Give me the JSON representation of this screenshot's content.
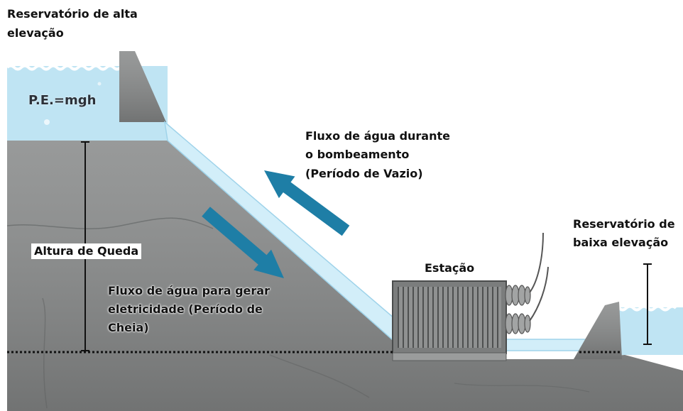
{
  "labels": {
    "upper_reservoir": [
      "Reservatório de alta",
      "elevação"
    ],
    "potential_energy": "P.E.=mgh",
    "pumping_flow": [
      "Fluxo de água durante",
      "o bombeamento",
      "(Período de Vazio)"
    ],
    "lower_reservoir": [
      "Reservatório de",
      "baixa elevação"
    ],
    "head": "Altura de Queda",
    "station": "Estação",
    "generating_flow": [
      "Fluxo de água para gerar",
      "eletricidade (Período de",
      "Cheia)"
    ]
  },
  "colors": {
    "water": "#bfe4f3",
    "penstock_water": "#d2eef9",
    "concrete": "#8a8c8c",
    "flow_arrow": "#1e7ea6"
  }
}
